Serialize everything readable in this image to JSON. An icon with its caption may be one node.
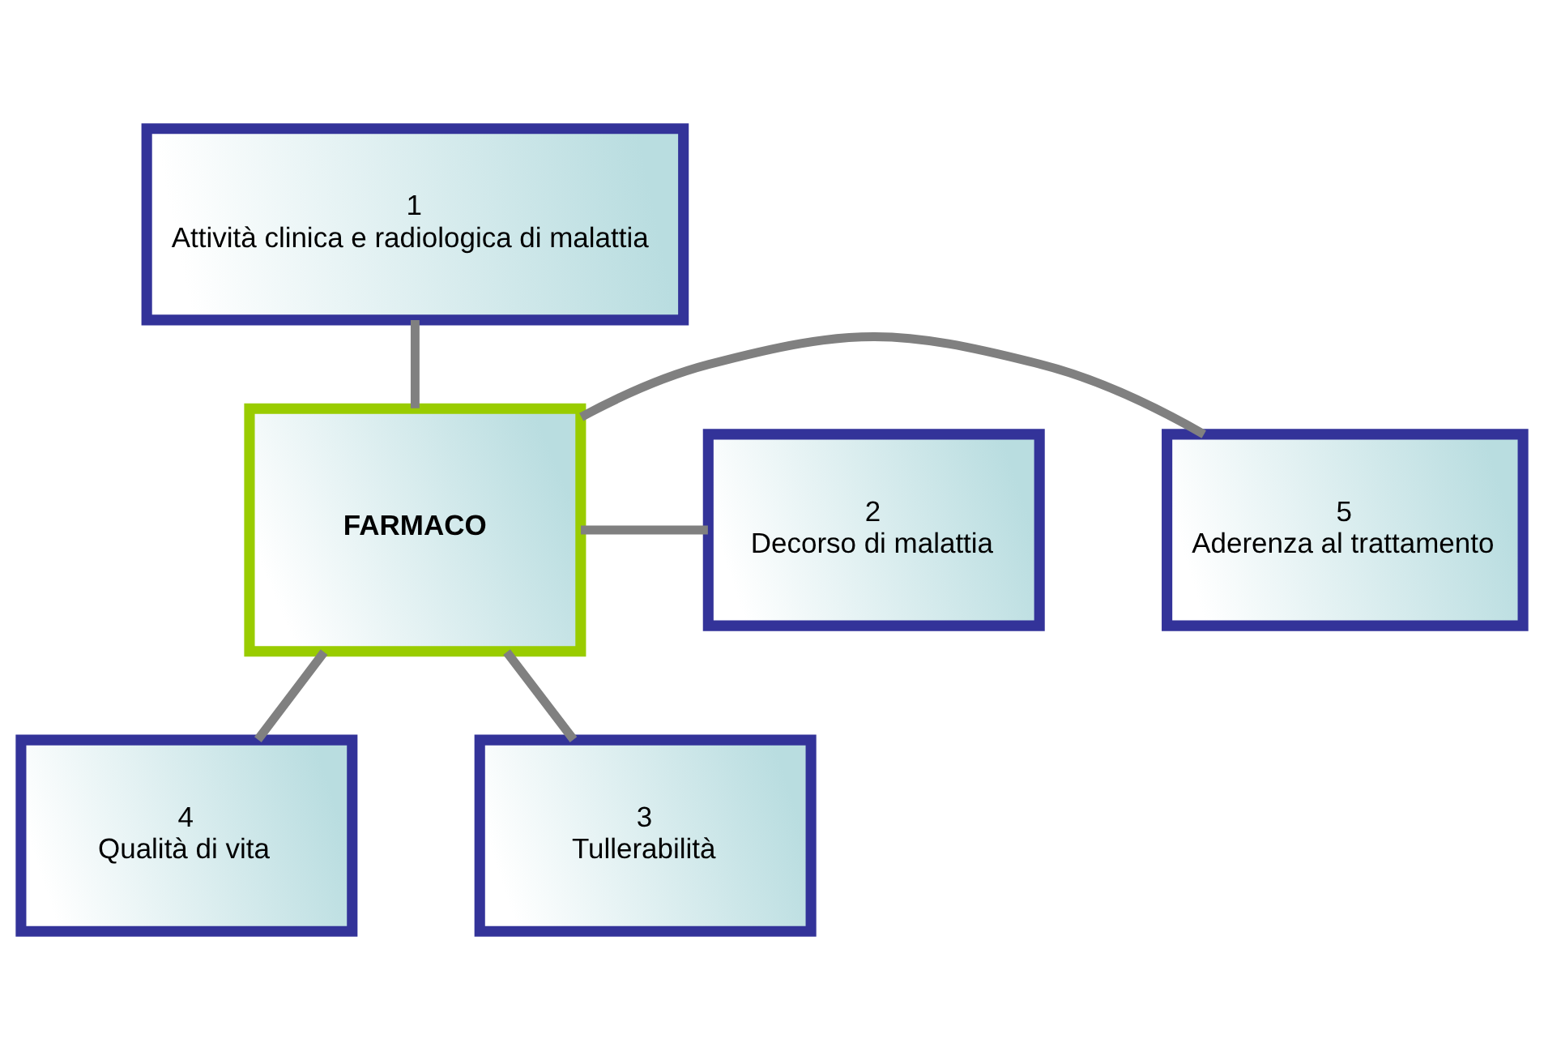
{
  "diagram": {
    "nodes": [
      {
        "text": [
          "1",
          "Attività clinica e radiologica di malattia"
        ]
      },
      {
        "text": [
          "5",
          "Aderenza al trattamento"
        ]
      },
      {
        "text": [
          "FARMACO"
        ]
      },
      {
        "text": [
          "2",
          "Decorso di malattia"
        ]
      },
      {
        "text": [
          "4",
          "Qualità di vita"
        ]
      },
      {
        "text": [
          "3",
          "Tullerabilità"
        ]
      }
    ],
    "edges": [
      {
        "from": 2,
        "to": 0,
        "arrow": "none"
      },
      {
        "from": 2,
        "to": 3,
        "arrow": "none"
      },
      {
        "from": 2,
        "to": 5,
        "arrow": "none"
      },
      {
        "from": 2,
        "to": 4,
        "arrow": "none"
      },
      {
        "from": 2,
        "to": 1,
        "arrow": "none"
      }
    ]
  }
}
